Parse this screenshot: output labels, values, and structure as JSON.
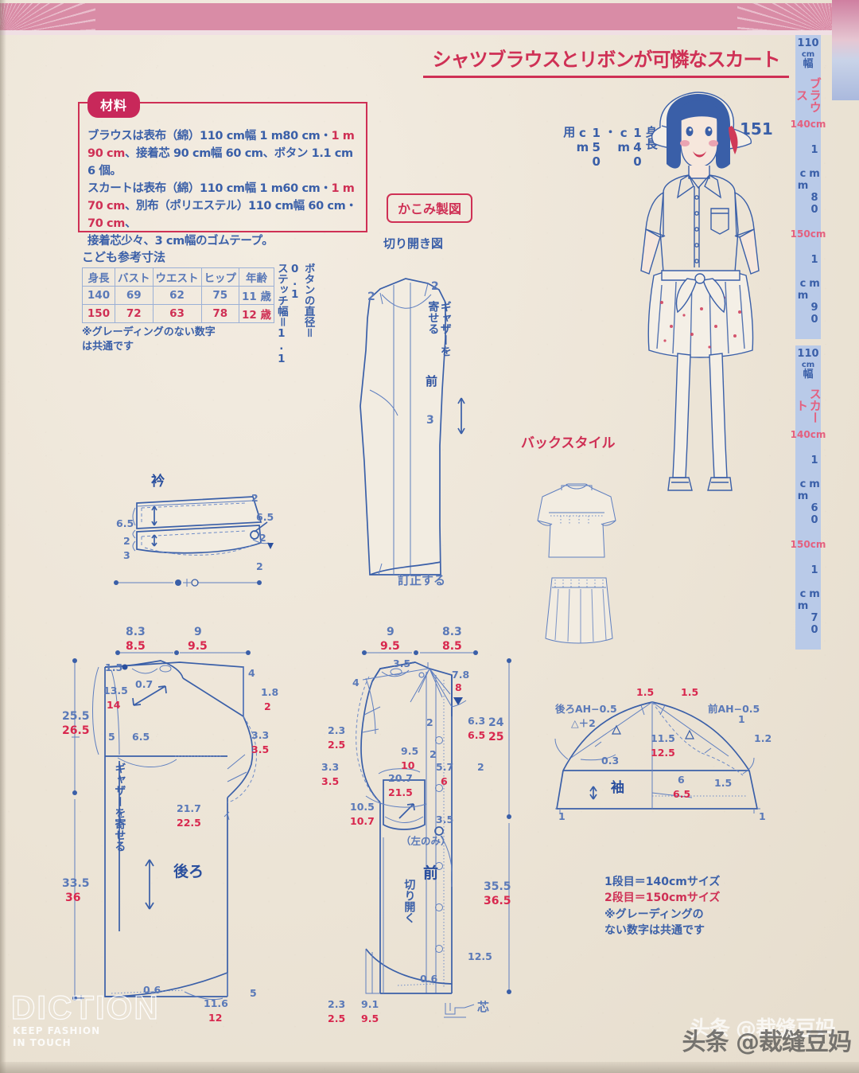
{
  "page": {
    "title": "シャツブラウスとリボンが可憐なスカート",
    "page_number": "151",
    "accent_pink": "#cf3055",
    "accent_blue": "#3a5fa8"
  },
  "materials": {
    "tag": "材料",
    "line1_a": "ブラウスは表布（綿）110 cm幅 1 m80 cm・",
    "line1_b": "1 m",
    "line2_a": "90 cm",
    "line2_b": "、接着芯 90 cm幅 60 cm、ボタン 1.1 cm 6 個。",
    "line3_a": "スカートは表布（綿）110 cm幅 1 m60 cm・",
    "line3_b": "1 m",
    "line4_a": "70 cm",
    "line4_b": "、別布（ポリエステル）110 cm幅 60 cm・",
    "line4_c": "70 cm",
    "line4_d": "、",
    "line5": "接着芯少々、3 cm幅のゴムテープ。"
  },
  "size_table": {
    "heading": "こども参考寸法",
    "columns": [
      "身長",
      "バスト",
      "ウエスト",
      "ヒップ",
      "年齢"
    ],
    "rows": [
      [
        "140",
        "69",
        "62",
        "75",
        "11 歳"
      ],
      [
        "150",
        "72",
        "63",
        "78",
        "12 歳"
      ]
    ],
    "note": "※グレーディングのない数字\nは共通です"
  },
  "button_note": "ボタンの直径＝0.1\nステッチ幅＝1.1",
  "kakomi_label": "かこみ製図",
  "cut_open_label": "切り開き図",
  "illustration": {
    "height_label": "身長\n140\ncm\n・\n150\ncm\n用",
    "back_style_label": "バックスタイル"
  },
  "side_strips": [
    {
      "width": "110",
      "unit": "cm",
      "haba": "幅",
      "garment": "ブラウス",
      "size_a": "140cm",
      "len_a": "1 m 80 cm",
      "size_b": "150cm",
      "len_b": "1 m 90 cm"
    },
    {
      "width": "110",
      "unit": "cm",
      "haba": "幅",
      "garment": "スカート",
      "size_a": "140cm",
      "len_a": "1 m 60 cm",
      "size_b": "150cm",
      "len_b": "1 m 70 cm"
    }
  ],
  "cut_open_diagram": {
    "notch_left": "2",
    "notch_right": "2",
    "gather_text": "ギャザーを\n寄せる",
    "front_label": "前",
    "dim3": "3",
    "correct_label": "訂正する"
  },
  "collar": {
    "title": "衿",
    "dims": {
      "left_top": "6.5",
      "left_mid": "2",
      "left_bot": "3",
      "right_top": "2",
      "right_upper": "6.5",
      "right_mid": "2",
      "right_bot": "2"
    },
    "scale_marks": "●＋○"
  },
  "back_piece": {
    "label": "後ろ",
    "top_dim_a_140": "8.3",
    "top_dim_a_150": "8.5",
    "top_dim_b_140": "9",
    "top_dim_b_150": "9.5",
    "d_1_5": "1.5",
    "d_0_7": "0.7",
    "d_4": "4",
    "d_13_5_140": "13.5",
    "d_14_150": "14",
    "d_1_8_140": "1.8",
    "d_2_150": "2",
    "d_5": "5",
    "d_6_5": "6.5",
    "d_3_3_140": "3.3",
    "d_3_5_150": "3.5",
    "d_21_7_140": "21.7",
    "d_22_5_150": "22.5",
    "left_25_5_140": "25.5",
    "left_26_5_150": "26.5",
    "left_33_5_140": "33.5",
    "left_36_150": "36",
    "gather_text": "ギャザーを寄せる",
    "hem_0_6": "0.6",
    "hem_5": "5",
    "hem_11_6_140": "11.6",
    "hem_12_150": "12"
  },
  "front_piece": {
    "label": "前",
    "top_dim_a_140": "9",
    "top_dim_a_150": "9.5",
    "top_dim_b_140": "8.3",
    "top_dim_b_150": "8.5",
    "d_3_5": "3.5",
    "d_4": "4",
    "d_7_8_140": "7.8",
    "d_8_150": "8",
    "d_2_3_140": "2.3",
    "d_2_5_150": "2.5",
    "d_3_3_140": "3.3",
    "d_3_5_150": "3.5",
    "d_2_shoulder": "2",
    "d_6_3_140": "6.3",
    "d_6_5_150": "6.5",
    "d_9_5_140": "9.5",
    "d_10_150": "10",
    "d_2_pocket": "2",
    "d_5_7_140": "5.7",
    "d_6_150": "6",
    "d_2_right": "2",
    "d_20_7_140": "20.7",
    "d_21_5_150": "21.5",
    "d_10_5_140": "10.5",
    "d_10_7_150": "10.7",
    "d_3_5_pocket": "3.5",
    "left_only": "（左のみ）",
    "cut_open": "切り開く",
    "right_24_140": "24",
    "right_25_150": "25",
    "right_35_5_140": "35.5",
    "right_36_5_150": "36.5",
    "d_12_5": "12.5",
    "hem_0_6": "0.6",
    "hem_2_3_140": "2.3",
    "hem_2_5_150": "2.5",
    "hem_9_1_140": "9.1",
    "hem_9_5_150": "9.5",
    "interfacing": "芯"
  },
  "sleeve": {
    "label": "袖",
    "back_ah": "後ろAH−0.5",
    "front_ah": "前AH−0.5",
    "top_left_1_5": "1.5",
    "top_right_1_5": "1.5",
    "height_140": "11.5",
    "height_150": "12.5",
    "tri_plus2": "△＋2",
    "d_0_3": "0.3",
    "d_1": "1",
    "d_1_2": "1.2",
    "base_6_140": "6",
    "base_6_5_150": "6.5",
    "base_1_5": "1.5",
    "corner_left": "1",
    "corner_right": "1"
  },
  "legend": {
    "line1": "1段目＝140cmサイズ",
    "line2": "2段目＝150cmサイズ",
    "line3": "※グレーディングの",
    "line4": "ない数字は共通です"
  },
  "watermarks": {
    "left_main": "DICTION",
    "left_sub": "KEEP FASHION\nIN TOUCH",
    "right": "头条 @裁缝豆妈"
  }
}
